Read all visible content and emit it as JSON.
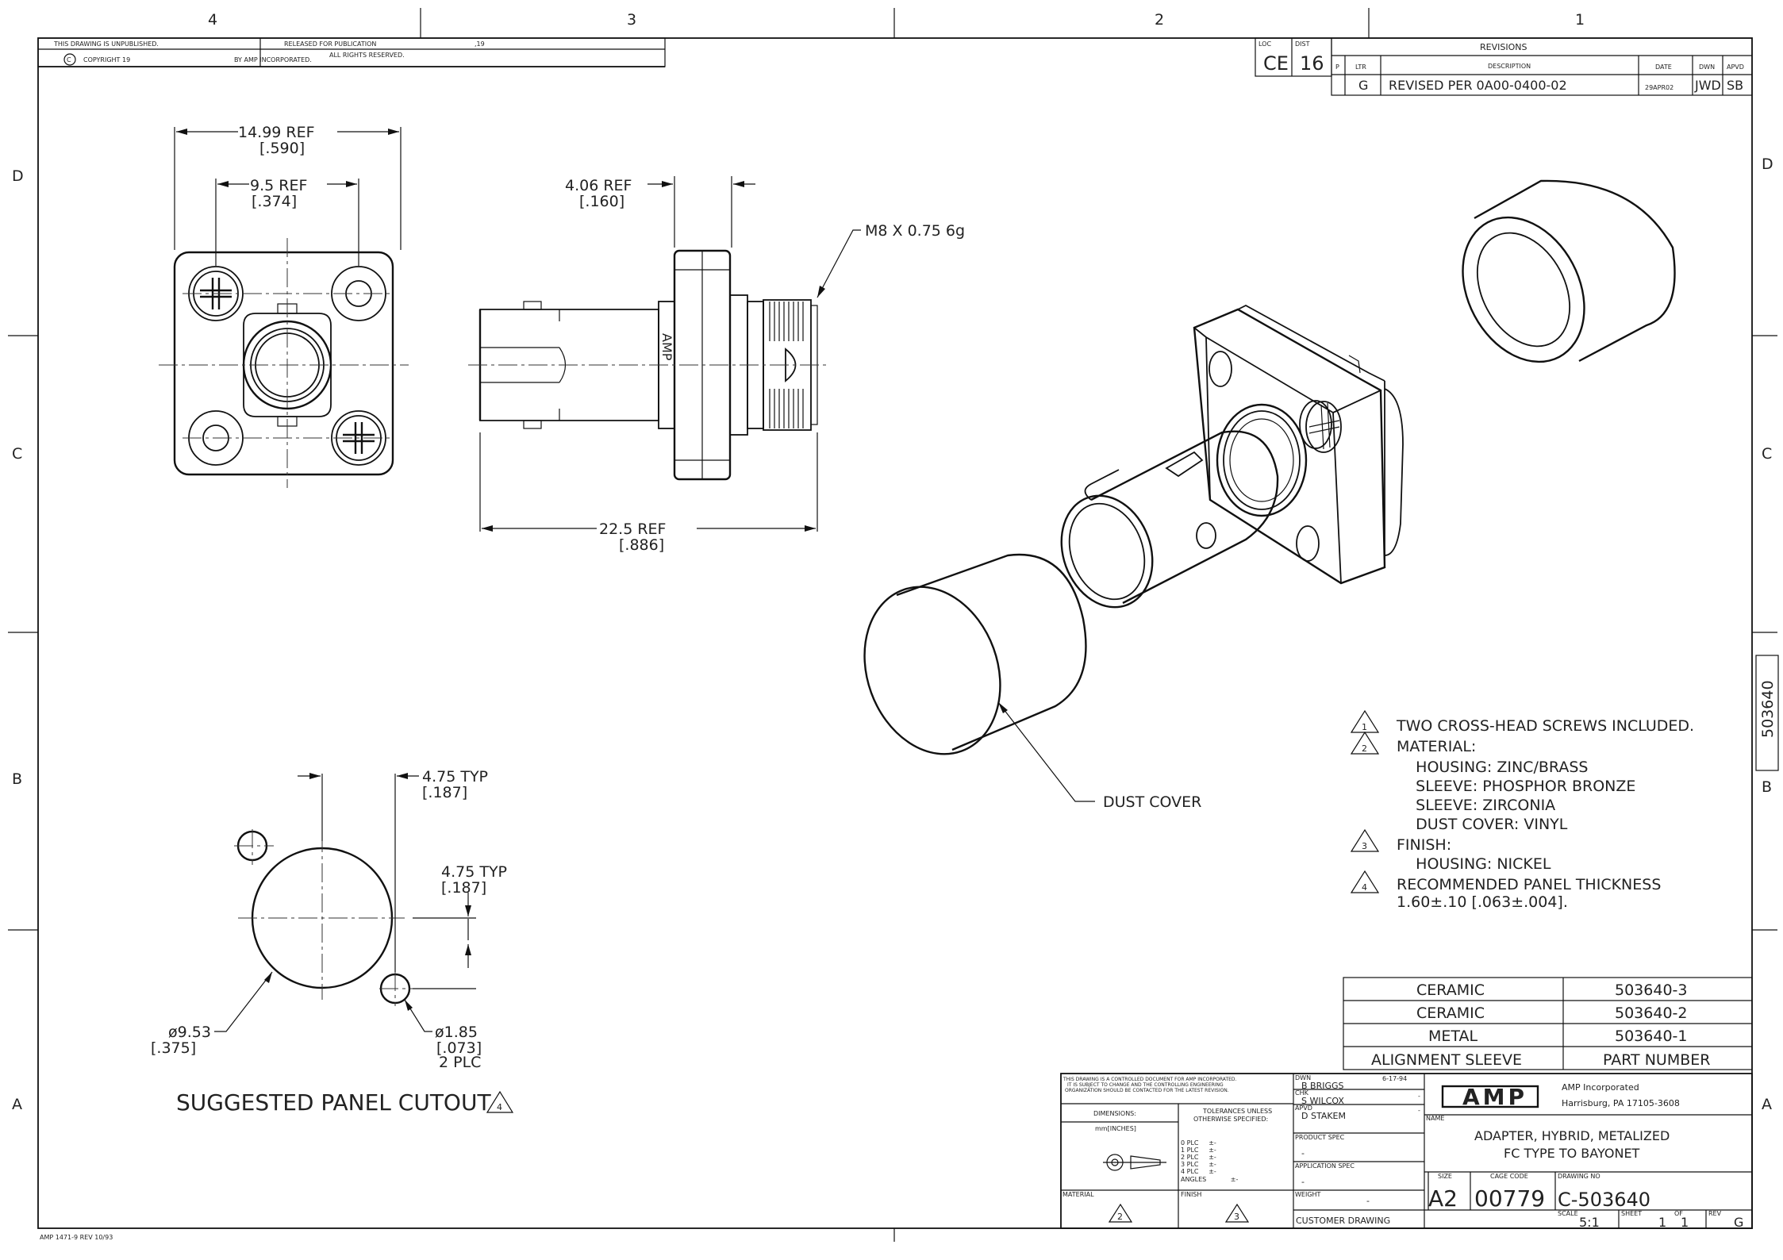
{
  "zones": {
    "columns": [
      "4",
      "3",
      "2",
      "1"
    ],
    "rows": [
      "D",
      "C",
      "B",
      "A"
    ]
  },
  "top_left_block": {
    "unpublished": "THIS DRAWING IS UNPUBLISHED.",
    "released": "RELEASED FOR PUBLICATION",
    "year_blank": ",19",
    "copyright": "COPYRIGHT 19",
    "by_amp": "BY AMP INCORPORATED.",
    "rights": "ALL RIGHTS RESERVED."
  },
  "loc_dist": {
    "loc_label": "LOC",
    "loc_value": "CE",
    "dist_label": "DIST",
    "dist_value": "16"
  },
  "revisions": {
    "title": "REVISIONS",
    "headers": [
      "P",
      "LTR",
      "DESCRIPTION",
      "DATE",
      "DWN",
      "APVD"
    ],
    "rows": [
      {
        "ltr": "G",
        "description": "REVISED PER 0A00-0400-02",
        "date": "29APR02",
        "dwn": "JWD",
        "apvd": "SB"
      }
    ]
  },
  "side_tab": "503640",
  "front_view": {
    "dim_outer": "14.99 REF",
    "dim_outer_in": "[.590]",
    "dim_inner": "9.5 REF",
    "dim_inner_in": "[.374]"
  },
  "side_view": {
    "dim_flange": "4.06 REF",
    "dim_flange_in": "[.160]",
    "thread": "M8 X 0.75 6g",
    "dim_length": "22.5 REF",
    "dim_length_in": "[.886]",
    "logo": "AMP"
  },
  "iso_view": {
    "dust_cover_label": "DUST COVER"
  },
  "cutout": {
    "dim1": "4.75 TYP",
    "dim1_in": "[.187]",
    "dim2": "4.75 TYP",
    "dim2_in": "[.187]",
    "dia_main": "ø9.53",
    "dia_main_in": "[.375]",
    "dia_hole": "ø1.85",
    "dia_hole_in": "[.073]",
    "dia_hole_qty": "2 PLC",
    "title": "SUGGESTED PANEL CUTOUT",
    "note_flag": "4"
  },
  "notes": [
    {
      "flag": "1",
      "lines": [
        "TWO CROSS-HEAD SCREWS INCLUDED."
      ]
    },
    {
      "flag": "2",
      "lines": [
        "MATERIAL:",
        "    HOUSING: ZINC/BRASS",
        "    SLEEVE: PHOSPHOR BRONZE",
        "    SLEEVE: ZIRCONIA",
        "    DUST COVER: VINYL"
      ]
    },
    {
      "flag": "3",
      "lines": [
        "FINISH:",
        "    HOUSING: NICKEL"
      ]
    },
    {
      "flag": "4",
      "lines": [
        "RECOMMENDED PANEL THICKNESS",
        "1.60±.10 [.063±.004]."
      ]
    }
  ],
  "part_table": {
    "rows": [
      {
        "sleeve": "CERAMIC",
        "part": "503640-3"
      },
      {
        "sleeve": "CERAMIC",
        "part": "503640-2"
      },
      {
        "sleeve": "METAL",
        "part": "503640-1"
      }
    ],
    "header_sleeve": "ALIGNMENT SLEEVE",
    "header_part": "PART NUMBER"
  },
  "title_block": {
    "controlled_l1": "THIS DRAWING IS A CONTROLLED DOCUMENT FOR AMP INCORPORATED.",
    "controlled_l2": "IT IS SUBJECT TO CHANGE AND THE CONTROLLING ENGINEERING",
    "controlled_l3": "ORGANIZATION SHOULD BE CONTACTED FOR THE LATEST REVISION.",
    "dimensions_label": "DIMENSIONS:",
    "dimensions_units": "mm[INCHES]",
    "tolerances_l1": "TOLERANCES UNLESS",
    "tolerances_l2": "OTHERWISE SPECIFIED:",
    "tol_rows": [
      "0 PLC     ±-",
      "1 PLC     ±-",
      "2 PLC     ±-",
      "3 PLC     ±-",
      "4 PLC     ±-",
      "ANGLES            ±-"
    ],
    "material_label": "MATERIAL",
    "material_flag": "2",
    "finish_label": "FINISH",
    "finish_flag": "3",
    "dwn_label": "DWN",
    "dwn_name": "B BRIGGS",
    "dwn_date": "6-17-94",
    "chk_label": "CHK",
    "chk_name": "S WILCOX",
    "apvd_label": "APVD",
    "apvd_name": "D STAKEM",
    "dash": "-",
    "product_spec_label": "PRODUCT SPEC",
    "application_spec_label": "APPLICATION SPEC",
    "weight_label": "WEIGHT",
    "customer_drawing": "CUSTOMER DRAWING",
    "amp_logo": "AMP",
    "company_name": "AMP Incorporated",
    "company_addr": "Harrisburg, PA 17105-3608",
    "name_label": "NAME",
    "title_l1": "ADAPTER, HYBRID, METALIZED",
    "title_l2": "FC TYPE TO BAYONET",
    "size_label": "SIZE",
    "size_value": "A2",
    "cage_label": "CAGE CODE",
    "cage_value": "00779",
    "dwg_label": "DRAWING NO",
    "dwg_value": "C-503640",
    "scale_label": "SCALE",
    "scale_value": "5:1",
    "sheet_label": "SHEET",
    "sheet_value": "1",
    "of_label": "OF",
    "of_value": "1",
    "rev_label": "REV",
    "rev_value": "G"
  },
  "form_no": "AMP 1471-9 REV 10/93"
}
